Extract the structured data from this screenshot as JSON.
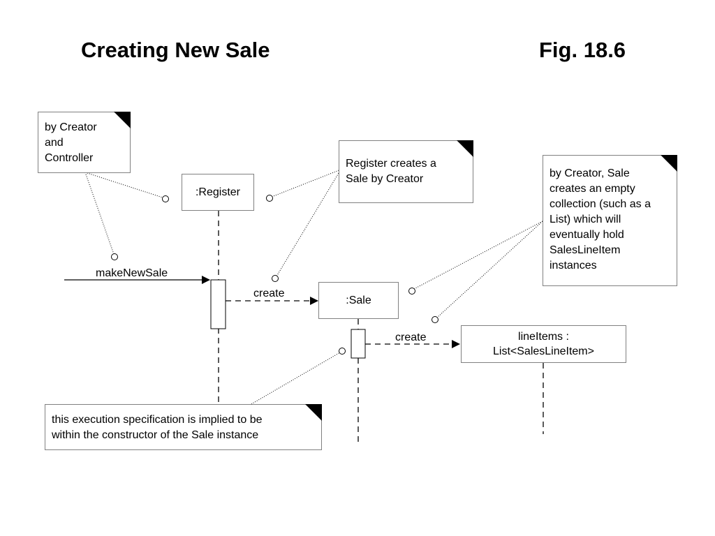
{
  "slide": {
    "title": "Creating New Sale",
    "fig_label": "Fig. 18.6"
  },
  "lifelines": {
    "register": ":Register",
    "sale": ":Sale",
    "line_items_line1": "lineItems :",
    "line_items_line2": "List<SalesLineItem>"
  },
  "messages": {
    "make_new_sale": "makeNewSale",
    "create_sale": "create",
    "create_list": "create"
  },
  "notes": {
    "creator_controller": [
      "by Creator",
      "and",
      "Controller"
    ],
    "register_creates": [
      "Register creates a",
      "Sale by Creator"
    ],
    "sale_collection": [
      "by Creator, Sale",
      "creates an empty",
      "collection (such as a",
      "List) which will",
      "eventually hold",
      "SalesLineItem",
      "instances"
    ],
    "execution_spec": [
      "this execution specification is implied to be",
      "within the constructor of the Sale instance"
    ]
  }
}
